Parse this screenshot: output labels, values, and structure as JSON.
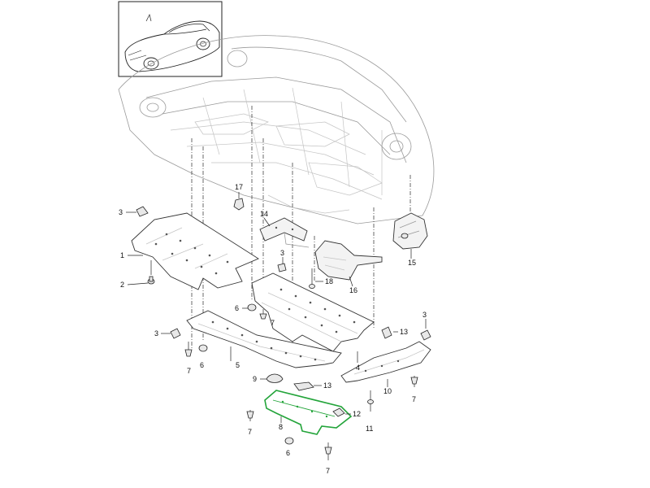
{
  "callouts": {
    "c1": "1",
    "c2": "2",
    "c3a": "3",
    "c3b": "3",
    "c3c": "3",
    "c3d": "3",
    "c4": "4",
    "c5": "5",
    "c6a": "6",
    "c6b": "6",
    "c6c": "6",
    "c7a": "7",
    "c7b": "7",
    "c7c": "7",
    "c7d": "7",
    "c7e": "7",
    "c8": "8",
    "c9": "9",
    "c10": "10",
    "c11": "11",
    "c12": "12",
    "c13a": "13",
    "c13b": "13",
    "c14": "14",
    "c15": "15",
    "c16": "16",
    "c17": "17",
    "c18": "18"
  },
  "colors": {
    "highlight": "#23a43a",
    "lines": "#333333",
    "vehicle_lines": "#9a9a9a"
  },
  "highlighted_part": "8"
}
